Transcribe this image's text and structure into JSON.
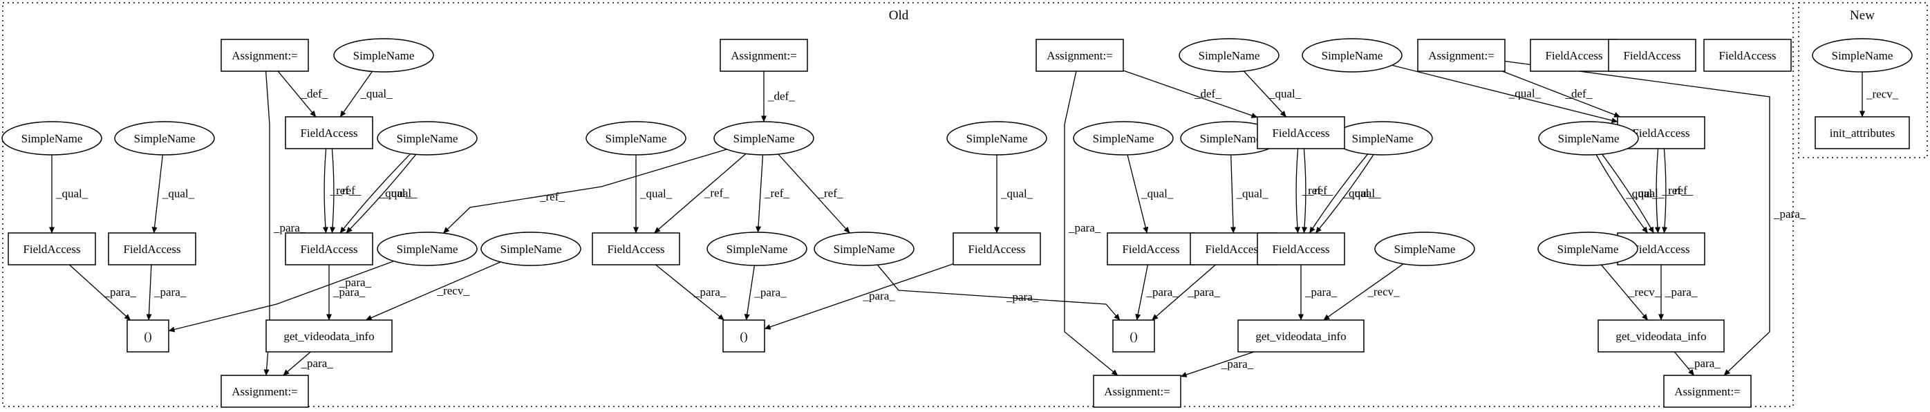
{
  "clusters": [
    {
      "id": "old",
      "label": "Old"
    },
    {
      "id": "new",
      "label": "New"
    }
  ],
  "nodes": [
    {
      "id": "n1",
      "shape": "rect",
      "label": "Assignment:="
    },
    {
      "id": "n2",
      "shape": "rect",
      "label": "Assignment:="
    },
    {
      "id": "n3",
      "shape": "rect",
      "label": "Assignment:="
    },
    {
      "id": "n4",
      "shape": "rect",
      "label": "Assignment:="
    },
    {
      "id": "n5",
      "shape": "rect",
      "label": "FieldAccess"
    },
    {
      "id": "n6",
      "shape": "rect",
      "label": "FieldAccess"
    },
    {
      "id": "n7",
      "shape": "rect",
      "label": "FieldAccess"
    },
    {
      "id": "n8",
      "shape": "ellipse",
      "label": "SimpleName"
    },
    {
      "id": "n9",
      "shape": "ellipse",
      "label": "SimpleName"
    },
    {
      "id": "n10",
      "shape": "ellipse",
      "label": "SimpleName"
    },
    {
      "id": "n11",
      "shape": "ellipse",
      "label": "SimpleName"
    },
    {
      "id": "n12",
      "shape": "ellipse",
      "label": "SimpleName"
    },
    {
      "id": "n13",
      "shape": "ellipse",
      "label": "SimpleName"
    },
    {
      "id": "n14",
      "shape": "ellipse",
      "label": "SimpleName"
    },
    {
      "id": "n15",
      "shape": "ellipse",
      "label": "SimpleName"
    },
    {
      "id": "n16",
      "shape": "ellipse",
      "label": "SimpleName"
    },
    {
      "id": "n17",
      "shape": "ellipse",
      "label": "SimpleName"
    },
    {
      "id": "n18",
      "shape": "ellipse",
      "label": "SimpleName"
    },
    {
      "id": "n19",
      "shape": "ellipse",
      "label": "SimpleName"
    },
    {
      "id": "n20",
      "shape": "rect",
      "label": "FieldAccess"
    },
    {
      "id": "n21",
      "shape": "rect",
      "label": "FieldAccess"
    },
    {
      "id": "n22",
      "shape": "rect",
      "label": "FieldAccess"
    },
    {
      "id": "n23",
      "shape": "ellipse",
      "label": "SimpleName"
    },
    {
      "id": "n24",
      "shape": "ellipse",
      "label": "SimpleName"
    },
    {
      "id": "n25",
      "shape": "ellipse",
      "label": "SimpleName"
    },
    {
      "id": "n26",
      "shape": "ellipse",
      "label": "SimpleName"
    },
    {
      "id": "n27",
      "shape": "rect",
      "label": "FieldAccess"
    },
    {
      "id": "n28",
      "shape": "rect",
      "label": "FieldAccess"
    },
    {
      "id": "n29",
      "shape": "rect",
      "label": "FieldAccess"
    },
    {
      "id": "n30",
      "shape": "rect",
      "label": "FieldAccess"
    },
    {
      "id": "n31",
      "shape": "rect",
      "label": "FieldAccess"
    },
    {
      "id": "n32",
      "shape": "rect",
      "label": "FieldAccess"
    },
    {
      "id": "n33",
      "shape": "rect",
      "label": "FieldAccess"
    },
    {
      "id": "n34",
      "shape": "rect",
      "label": "FieldAccess"
    },
    {
      "id": "n35",
      "shape": "rect",
      "label": "FieldAccess"
    },
    {
      "id": "n36",
      "shape": "ellipse",
      "label": "SimpleName"
    },
    {
      "id": "n37",
      "shape": "ellipse",
      "label": "SimpleName"
    },
    {
      "id": "n38",
      "shape": "ellipse",
      "label": "SimpleName"
    },
    {
      "id": "n39",
      "shape": "ellipse",
      "label": "SimpleName"
    },
    {
      "id": "n40",
      "shape": "ellipse",
      "label": "SimpleName"
    },
    {
      "id": "n41",
      "shape": "rect",
      "label": "()"
    },
    {
      "id": "n42",
      "shape": "rect",
      "label": "()"
    },
    {
      "id": "n43",
      "shape": "rect",
      "label": "()"
    },
    {
      "id": "n44",
      "shape": "rect",
      "label": "get_videodata_info"
    },
    {
      "id": "n45",
      "shape": "rect",
      "label": "get_videodata_info"
    },
    {
      "id": "n46",
      "shape": "rect",
      "label": "get_videodata_info"
    },
    {
      "id": "n47",
      "shape": "rect",
      "label": "Assignment:="
    },
    {
      "id": "n48",
      "shape": "rect",
      "label": "Assignment:="
    },
    {
      "id": "n49",
      "shape": "rect",
      "label": "Assignment:="
    },
    {
      "id": "n50",
      "shape": "ellipse",
      "label": "SimpleName"
    },
    {
      "id": "n51",
      "shape": "rect",
      "label": "init_attributes"
    }
  ],
  "edges": [
    {
      "from": "n1",
      "to": "n20",
      "label": "_def_"
    },
    {
      "from": "n8",
      "to": "n20",
      "label": "_qual_"
    },
    {
      "from": "n2",
      "to": "n16",
      "label": "_def_"
    },
    {
      "from": "n3",
      "to": "n21",
      "label": "_def_"
    },
    {
      "from": "n9",
      "to": "n21",
      "label": "_qual_"
    },
    {
      "from": "n10",
      "to": "n22",
      "label": "_qual_"
    },
    {
      "from": "n4",
      "to": "n22",
      "label": "_def_"
    },
    {
      "from": "n11",
      "to": "n27",
      "label": "_qual_"
    },
    {
      "from": "n12",
      "to": "n28",
      "label": "_qual_"
    },
    {
      "from": "n20",
      "to": "n29",
      "label": "_ref_"
    },
    {
      "from": "n20",
      "to": "n29",
      "label": "_ref_"
    },
    {
      "from": "n13",
      "to": "n29",
      "label": "_qual_"
    },
    {
      "from": "n13",
      "to": "n29",
      "label": "_qual_"
    },
    {
      "from": "n14",
      "to": "n30",
      "label": "_qual_"
    },
    {
      "from": "n16",
      "to": "n30",
      "label": "_ref_"
    },
    {
      "from": "n15",
      "to": "n31",
      "label": "_qual_"
    },
    {
      "from": "n17",
      "to": "n32",
      "label": "_qual_"
    },
    {
      "from": "n18",
      "to": "n33",
      "label": "_qual_"
    },
    {
      "from": "n21",
      "to": "n34",
      "label": "_ref_"
    },
    {
      "from": "n21",
      "to": "n34",
      "label": "_ref_"
    },
    {
      "from": "n19",
      "to": "n34",
      "label": "_qual_"
    },
    {
      "from": "n19",
      "to": "n34",
      "label": "_qual_"
    },
    {
      "from": "n22",
      "to": "n35",
      "label": "_ref_"
    },
    {
      "from": "n22",
      "to": "n35",
      "label": "_ref_"
    },
    {
      "from": "n23",
      "to": "n35",
      "label": "_qual_"
    },
    {
      "from": "n23",
      "to": "n35",
      "label": "_qual_"
    },
    {
      "from": "n16",
      "to": "n36",
      "label": "_ref_"
    },
    {
      "from": "n16",
      "to": "n38",
      "label": "_ref_"
    },
    {
      "from": "n16",
      "to": "n39",
      "label": "_ref_"
    },
    {
      "from": "n27",
      "to": "n41",
      "label": "_para_"
    },
    {
      "from": "n28",
      "to": "n41",
      "label": "_para_"
    },
    {
      "from": "n36",
      "to": "n41",
      "label": "_para_"
    },
    {
      "from": "n30",
      "to": "n42",
      "label": "_para_"
    },
    {
      "from": "n38",
      "to": "n42",
      "label": "_para_"
    },
    {
      "from": "n31",
      "to": "n42",
      "label": "_para_"
    },
    {
      "from": "n39",
      "to": "n43",
      "label": "_para_"
    },
    {
      "from": "n32",
      "to": "n43",
      "label": "_para_"
    },
    {
      "from": "n33",
      "to": "n43",
      "label": "_para_"
    },
    {
      "from": "n29",
      "to": "n44",
      "label": "_para_"
    },
    {
      "from": "n37",
      "to": "n44",
      "label": "_recv_"
    },
    {
      "from": "n34",
      "to": "n45",
      "label": "_para_"
    },
    {
      "from": "n24",
      "to": "n45",
      "label": "_recv_"
    },
    {
      "from": "n35",
      "to": "n46",
      "label": "_para_"
    },
    {
      "from": "n40",
      "to": "n46",
      "label": "_recv_"
    },
    {
      "from": "n1",
      "to": "n47",
      "label": "_para_"
    },
    {
      "from": "n44",
      "to": "n47",
      "label": "_para_"
    },
    {
      "from": "n3",
      "to": "n48",
      "label": "_para_"
    },
    {
      "from": "n45",
      "to": "n48",
      "label": "_para_"
    },
    {
      "from": "n4",
      "to": "n49",
      "label": "_para_"
    },
    {
      "from": "n46",
      "to": "n49",
      "label": "_para_"
    },
    {
      "from": "n50",
      "to": "n51",
      "label": "_recv_"
    }
  ]
}
